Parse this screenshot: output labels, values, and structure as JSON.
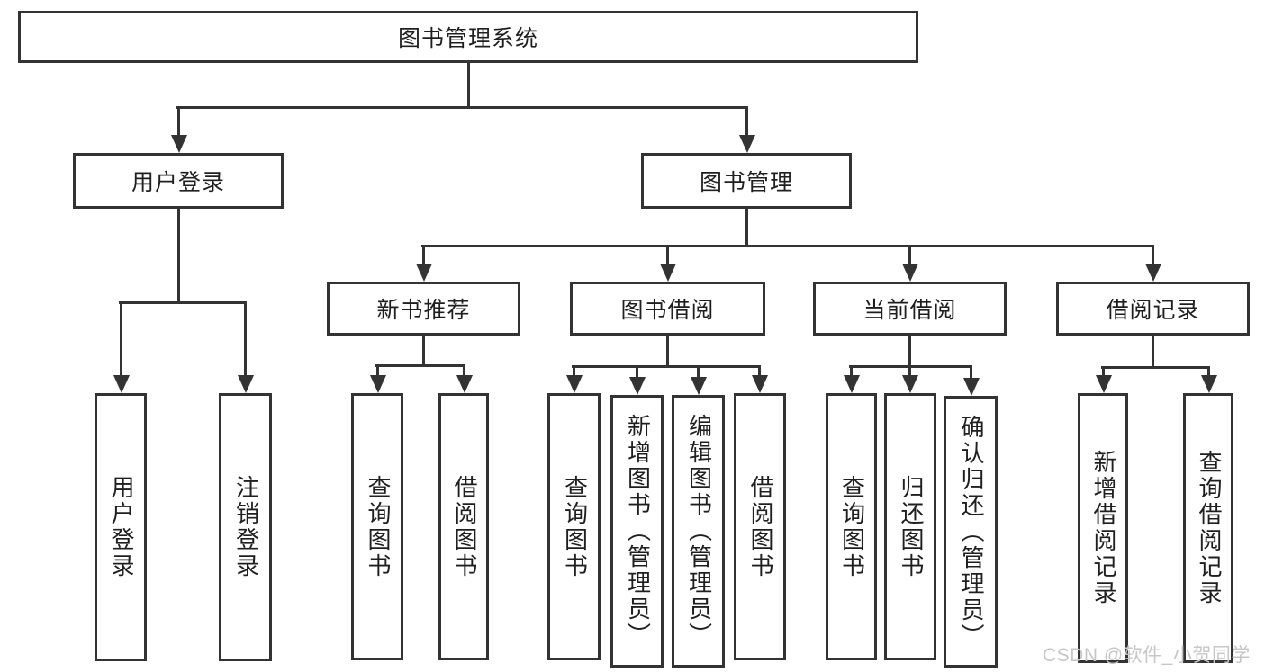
{
  "tree": {
    "label": "图书管理系统",
    "children": [
      {
        "label": "用户登录",
        "children": [
          {
            "label": "用户登录"
          },
          {
            "label": "注销登录"
          }
        ]
      },
      {
        "label": "图书管理",
        "children": [
          {
            "label": "新书推荐",
            "children": [
              {
                "label": "查询图书"
              },
              {
                "label": "借阅图书"
              }
            ]
          },
          {
            "label": "图书借阅",
            "children": [
              {
                "label": "查询图书"
              },
              {
                "label": "新增图书（管理员）"
              },
              {
                "label": "编辑图书（管理员）"
              },
              {
                "label": "借阅图书"
              }
            ]
          },
          {
            "label": "当前借阅",
            "children": [
              {
                "label": "查询图书"
              },
              {
                "label": "归还图书"
              },
              {
                "label": "确认归还（管理员）"
              }
            ]
          },
          {
            "label": "借阅记录",
            "children": [
              {
                "label": "新增借阅记录"
              },
              {
                "label": "查询借阅记录"
              }
            ]
          }
        ]
      }
    ]
  },
  "watermark": {
    "text": "CSDN @软件_小贺同学"
  },
  "colors": {
    "line": "#333333",
    "text": "#1f1f1f",
    "watermark": "#c6c6c6",
    "background": "#ffffff"
  }
}
